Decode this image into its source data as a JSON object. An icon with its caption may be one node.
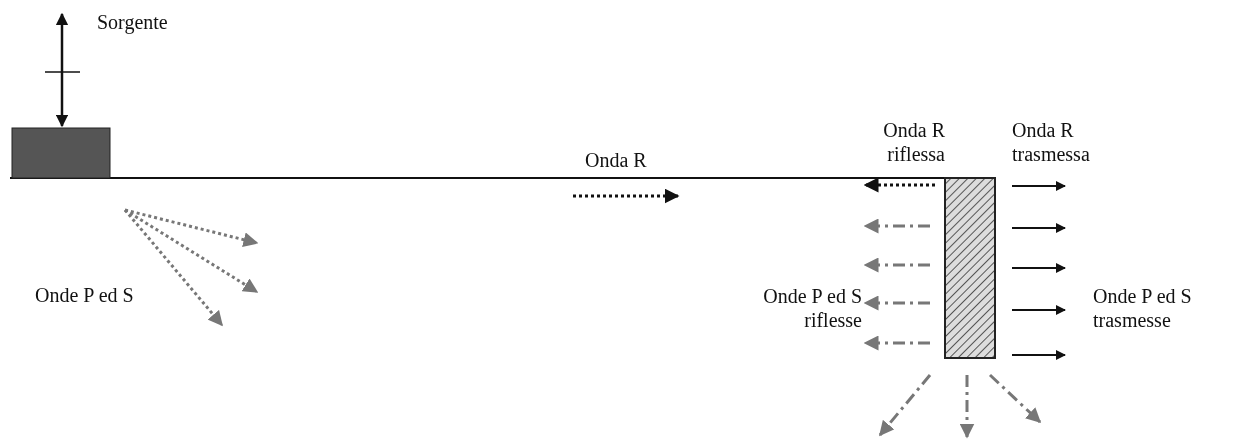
{
  "diagram": {
    "nodes": [
      {
        "text": [],
        "shape": "box"
      },
      {
        "text": [],
        "shape": "box"
      }
    ],
    "labels": [
      "Sorgente",
      "Onda R",
      "Onda R riflessa",
      "Onda R trasmessa",
      "Onde P ed S",
      "Onde P ed S riflesse",
      "Onde P ed S trasmesse"
    ]
  }
}
